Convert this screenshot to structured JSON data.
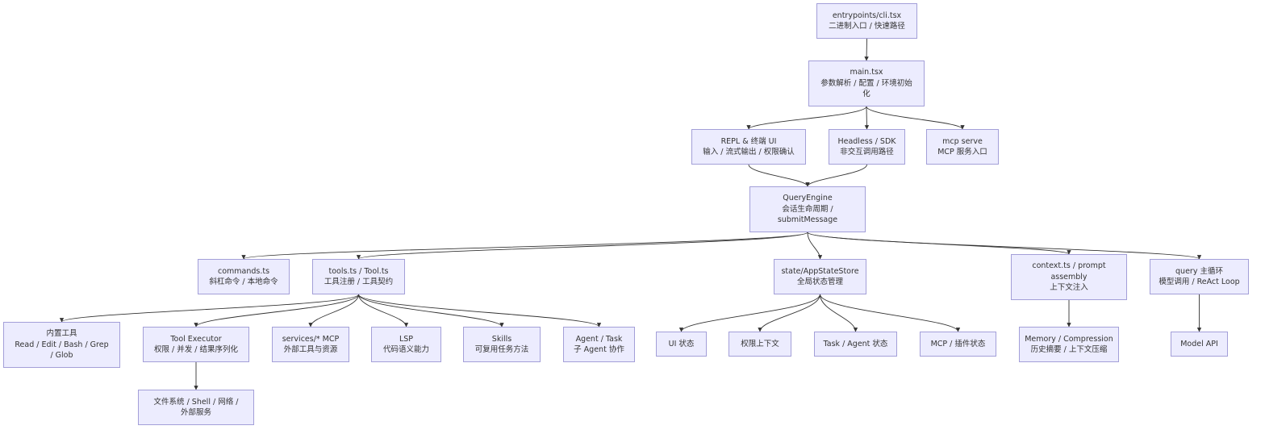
{
  "colors": {
    "node_fill": "#ececfe",
    "node_border": "#a39fd8",
    "edge": "#333333",
    "text": "#333333"
  },
  "nodes": {
    "cli": {
      "lines": [
        "entrypoints/cli.tsx",
        "二进制入口 / 快速路径"
      ]
    },
    "main": {
      "lines": [
        "main.tsx",
        "参数解析 / 配置 / 环境初始",
        "化"
      ]
    },
    "repl": {
      "lines": [
        "REPL & 终端 UI",
        "输入 / 流式输出 / 权限确认"
      ]
    },
    "headless": {
      "lines": [
        "Headless / SDK",
        "非交互调用路径"
      ]
    },
    "mcpserve": {
      "lines": [
        "mcp serve",
        "MCP 服务入口"
      ]
    },
    "qe": {
      "lines": [
        "QueryEngine",
        "会话生命周期 /",
        "submitMessage"
      ]
    },
    "commands": {
      "lines": [
        "commands.ts",
        "斜杠命令 / 本地命令"
      ]
    },
    "tools": {
      "lines": [
        "tools.ts / Tool.ts",
        "工具注册 / 工具契约"
      ]
    },
    "state": {
      "lines": [
        "state/AppStateStore",
        "全局状态管理"
      ]
    },
    "context": {
      "lines": [
        "context.ts / prompt",
        "assembly",
        "上下文注入"
      ]
    },
    "query": {
      "lines": [
        "query 主循环",
        "模型调用 / ReAct Loop"
      ]
    },
    "builtin": {
      "lines": [
        "内置工具",
        "Read / Edit / Bash / Grep",
        "/ Glob"
      ]
    },
    "executor": {
      "lines": [
        "Tool Executor",
        "权限 / 并发 / 结果序列化"
      ]
    },
    "services": {
      "lines": [
        "services/* MCP",
        "外部工具与资源"
      ]
    },
    "lsp": {
      "lines": [
        "LSP",
        "代码语义能力"
      ]
    },
    "skills": {
      "lines": [
        "Skills",
        "可复用任务方法"
      ]
    },
    "agent": {
      "lines": [
        "Agent / Task",
        "子 Agent 协作"
      ]
    },
    "ui": {
      "lines": [
        "UI 状态"
      ]
    },
    "perm": {
      "lines": [
        "权限上下文"
      ]
    },
    "taskst": {
      "lines": [
        "Task / Agent 状态"
      ]
    },
    "mcpst": {
      "lines": [
        "MCP / 插件状态"
      ]
    },
    "memory": {
      "lines": [
        "Memory / Compression",
        "历史摘要 / 上下文压缩"
      ]
    },
    "model": {
      "lines": [
        "Model API"
      ]
    },
    "fs": {
      "lines": [
        "文件系统 / Shell / 网络 /",
        "外部服务"
      ]
    }
  },
  "edges": [
    [
      "cli",
      "main"
    ],
    [
      "main",
      "repl"
    ],
    [
      "main",
      "headless"
    ],
    [
      "main",
      "mcpserve"
    ],
    [
      "repl",
      "qe"
    ],
    [
      "headless",
      "qe"
    ],
    [
      "qe",
      "commands"
    ],
    [
      "qe",
      "tools"
    ],
    [
      "qe",
      "state"
    ],
    [
      "qe",
      "context"
    ],
    [
      "qe",
      "query"
    ],
    [
      "tools",
      "builtin"
    ],
    [
      "tools",
      "executor"
    ],
    [
      "tools",
      "services"
    ],
    [
      "tools",
      "lsp"
    ],
    [
      "tools",
      "skills"
    ],
    [
      "tools",
      "agent"
    ],
    [
      "executor",
      "fs"
    ],
    [
      "state",
      "ui"
    ],
    [
      "state",
      "perm"
    ],
    [
      "state",
      "taskst"
    ],
    [
      "state",
      "mcpst"
    ],
    [
      "context",
      "memory"
    ],
    [
      "query",
      "model"
    ]
  ]
}
